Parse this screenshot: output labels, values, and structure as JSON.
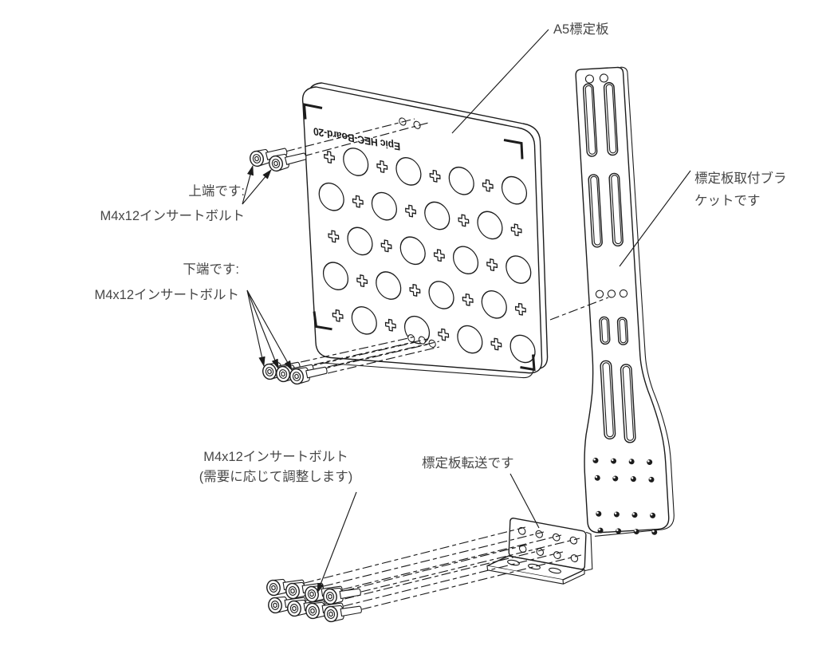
{
  "colors": {
    "background": "#ffffff",
    "line": "#1c1c1c",
    "label_text": "#474747"
  },
  "board_print": "Epic HEC-Board-20",
  "labels": {
    "board": {
      "text": "A5標定板"
    },
    "bracket": {
      "line1": "標定板取付ブラ",
      "line2": "ケットです"
    },
    "top_edge": {
      "line1": "上端です:",
      "line2": "M4x12インサートボルト"
    },
    "bottom_edge": {
      "line1": "下端です:",
      "line2": "M4x12インサートボルト"
    },
    "adjustable": {
      "line1": "M4x12インサートボルト",
      "line2": "(需要に応じて調整します)"
    },
    "transfer": {
      "text": "標定板転送です"
    }
  }
}
